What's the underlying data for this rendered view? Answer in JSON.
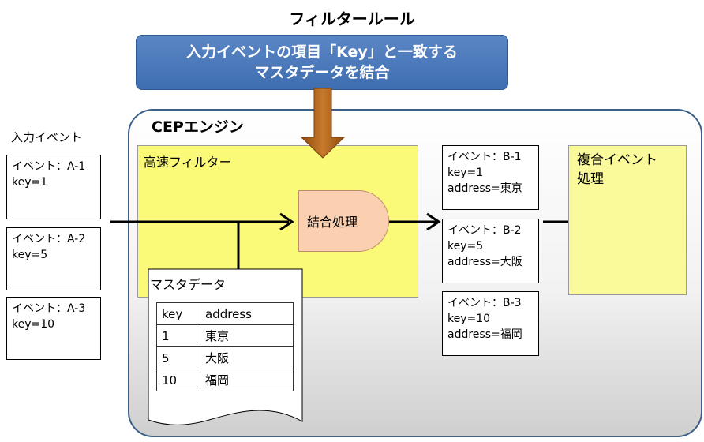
{
  "title": "フィルタールール",
  "rule": {
    "line1": "入力イベントの項目「Key」と一致する",
    "line2": "マスタデータを結合"
  },
  "engine_label": "CEPエンジン",
  "input_label": "入力イベント",
  "input_events": [
    {
      "name": "イベント：A-1",
      "key": "key=1"
    },
    {
      "name": "イベント：A-2",
      "key": "key=5"
    },
    {
      "name": "イベント：A-3",
      "key": "key=10"
    }
  ],
  "filter_label": "高速フィルター",
  "join_label": "結合処理",
  "master": {
    "label": "マスタデータ",
    "headers": [
      "key",
      "address"
    ],
    "rows": [
      [
        "1",
        "東京"
      ],
      [
        "5",
        "大阪"
      ],
      [
        "10",
        "福岡"
      ]
    ]
  },
  "output_events": [
    {
      "name": "イベント：B-1",
      "key": "key=1",
      "address": "address=東京"
    },
    {
      "name": "イベント：B-2",
      "key": "key=5",
      "address": "address=大阪"
    },
    {
      "name": "イベント：B-3",
      "key": "key=10",
      "address": "address=福岡"
    }
  ],
  "complex_label": {
    "line1": "複合イベント",
    "line2": "処理"
  },
  "colors": {
    "rule_banner": "#4a78bb",
    "filter": "#fafa78",
    "join": "#fbd0b1",
    "arrow_down": "#b3651b",
    "engine_border": "#3b5f86"
  }
}
